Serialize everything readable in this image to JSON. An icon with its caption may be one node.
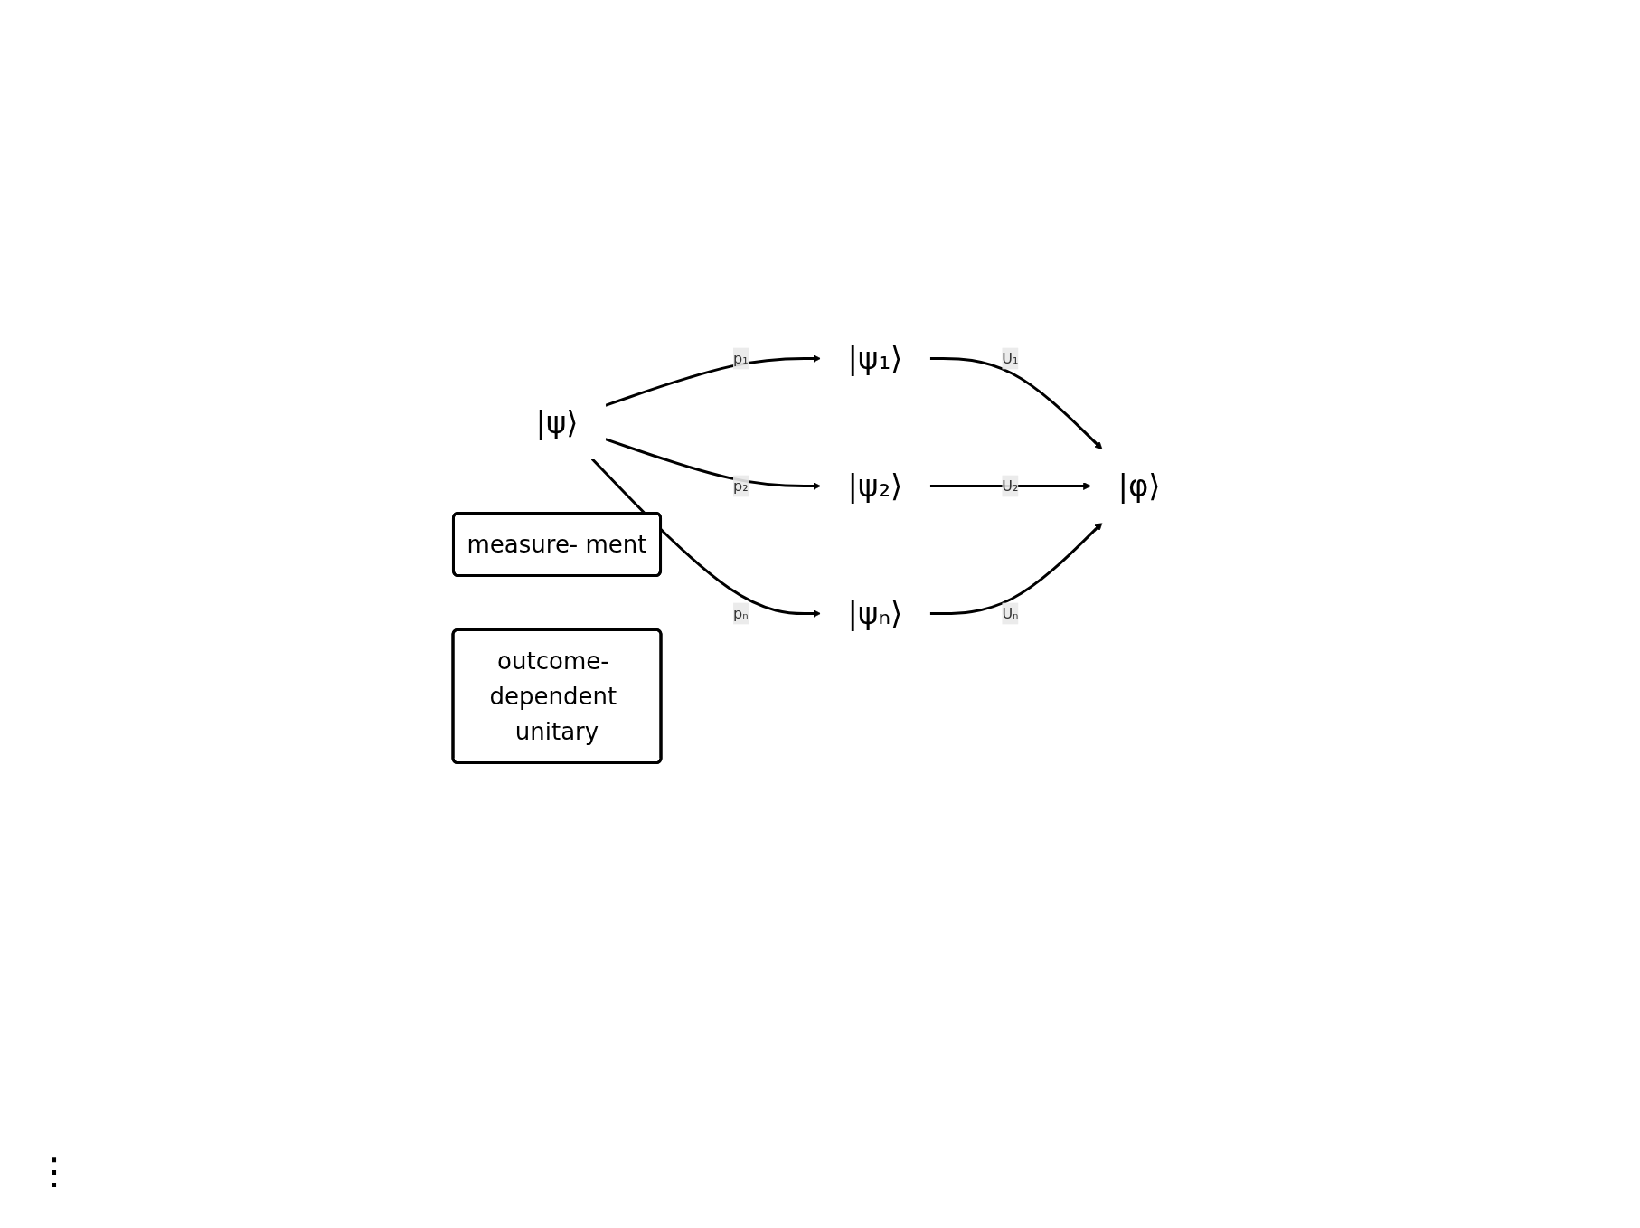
{
  "diagram": {
    "nodes": [
      {
        "text": [
          "|ψ⟩"
        ]
      },
      {
        "text": [
          "|ψ₁⟩"
        ]
      },
      {
        "text": [
          "|ψ₂⟩"
        ]
      },
      {
        "text": [
          "|ψₙ⟩"
        ]
      },
      {
        "text": [
          "|φ⟩"
        ]
      },
      {
        "text": [
          "measure- ment"
        ]
      },
      {
        "text": [
          "outcome- dependent unitary"
        ]
      }
    ],
    "edges": [
      {
        "from": 0,
        "to": 1,
        "arrow": "to",
        "label": "p₁"
      },
      {
        "from": 0,
        "to": 2,
        "arrow": "to",
        "label": "p₂"
      },
      {
        "from": 0,
        "to": 3,
        "arrow": "to",
        "label": "pₙ"
      },
      {
        "from": 1,
        "to": 4,
        "arrow": "to",
        "label": "U₁"
      },
      {
        "from": 2,
        "to": 4,
        "arrow": "to",
        "label": "U₂"
      },
      {
        "from": 3,
        "to": 4,
        "arrow": "to",
        "label": "Uₙ"
      }
    ],
    "labels": [
      "⋮"
    ]
  }
}
